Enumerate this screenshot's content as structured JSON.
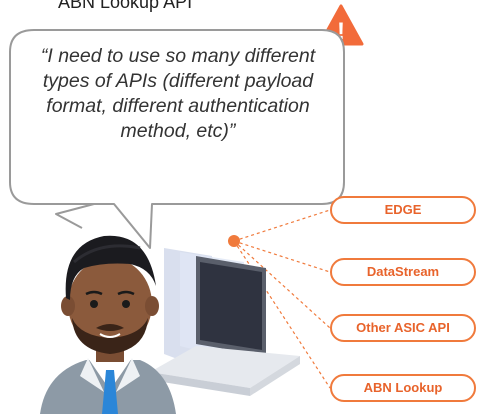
{
  "header": {
    "title": "ABN Lookup API"
  },
  "quote": "“I need to use so many different types of APIs (different payload format, different authentication method, etc)”",
  "warning_icon": {
    "name": "warning-triangle-icon",
    "glyph": "!",
    "color": "#f26b3a"
  },
  "hub_color": "#f07a3c",
  "api_targets": [
    {
      "label": "EDGE"
    },
    {
      "label": "DataStream"
    },
    {
      "label": "Other ASIC API"
    },
    {
      "label": "ABN Lookup"
    }
  ]
}
